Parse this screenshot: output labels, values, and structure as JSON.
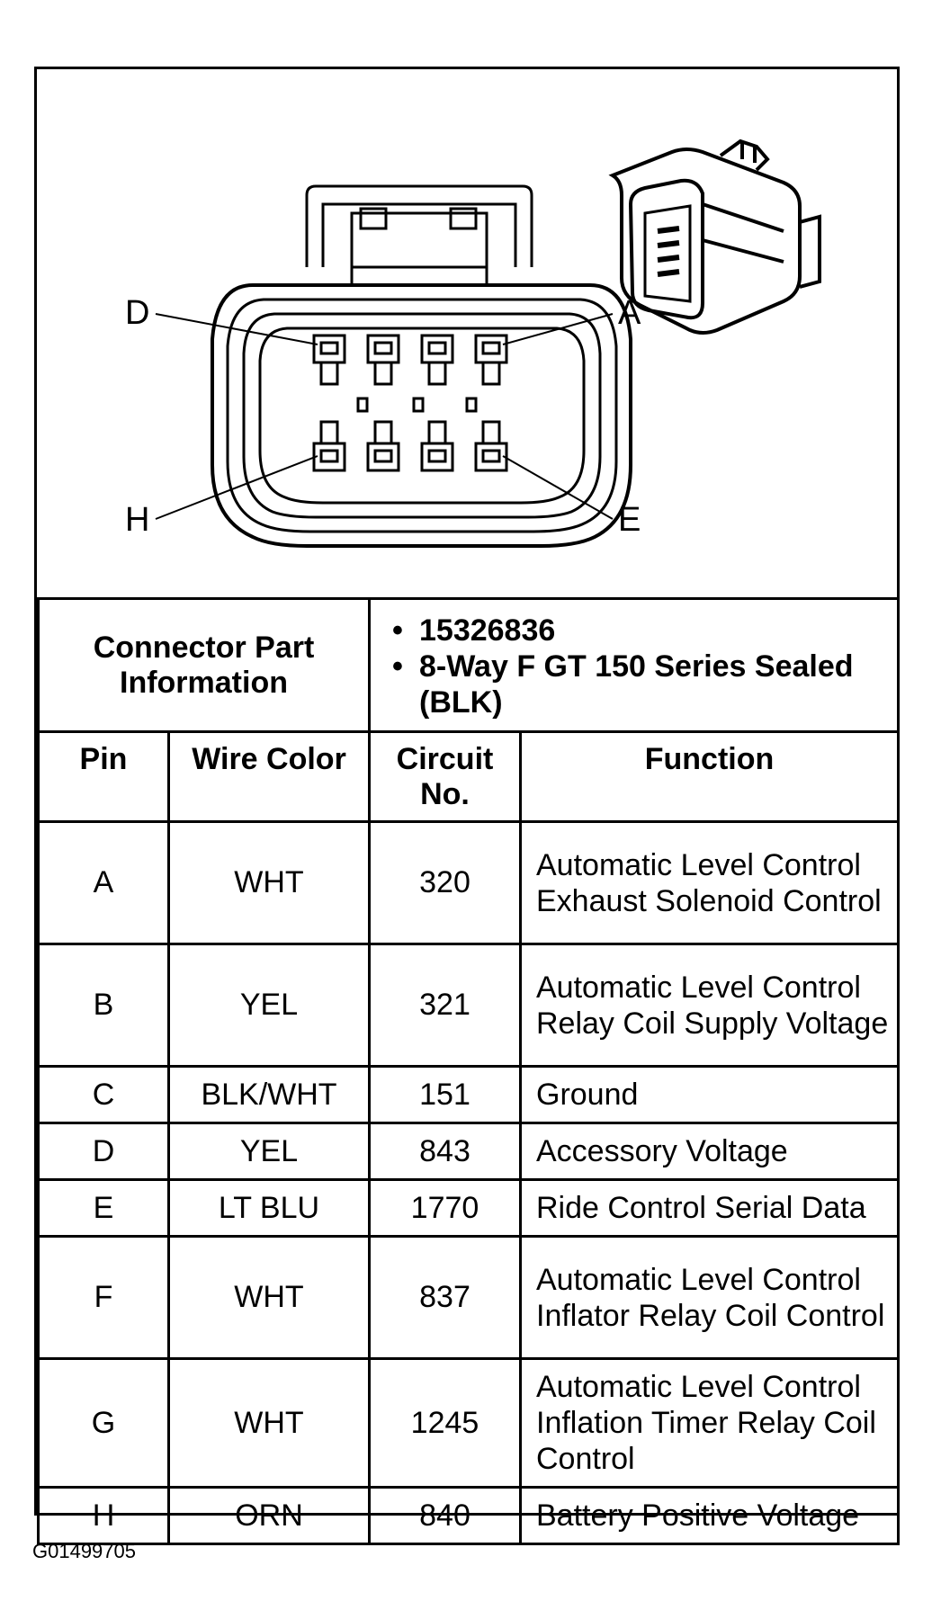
{
  "connector_info": {
    "header": "Connector Part Information",
    "items": [
      "15326836",
      "8-Way F GT 150 Series Sealed (BLK)"
    ]
  },
  "pin_labels": {
    "top_left": "D",
    "top_right": "A",
    "bottom_left": "H",
    "bottom_right": "E"
  },
  "table": {
    "columns": [
      "Pin",
      "Wire Color",
      "Circuit No.",
      "Function"
    ],
    "rows": [
      {
        "pin": "A",
        "wire": "WHT",
        "circuit": "320",
        "function": "Automatic Level Control Exhaust Solenoid Control"
      },
      {
        "pin": "B",
        "wire": "YEL",
        "circuit": "321",
        "function": "Automatic Level Control Relay Coil Supply Voltage"
      },
      {
        "pin": "C",
        "wire": "BLK/WHT",
        "circuit": "151",
        "function": "Ground"
      },
      {
        "pin": "D",
        "wire": "YEL",
        "circuit": "843",
        "function": "Accessory Voltage"
      },
      {
        "pin": "E",
        "wire": "LT BLU",
        "circuit": "1770",
        "function": "Ride Control Serial Data"
      },
      {
        "pin": "F",
        "wire": "WHT",
        "circuit": "837",
        "function": "Automatic Level Control Inflator Relay Coil Control"
      },
      {
        "pin": "G",
        "wire": "WHT",
        "circuit": "1245",
        "function": "Automatic Level Control Inflation Timer Relay Coil Control"
      },
      {
        "pin": "H",
        "wire": "ORN",
        "circuit": "840",
        "function": "Battery Positive Voltage"
      }
    ]
  },
  "caption": "G01499705"
}
